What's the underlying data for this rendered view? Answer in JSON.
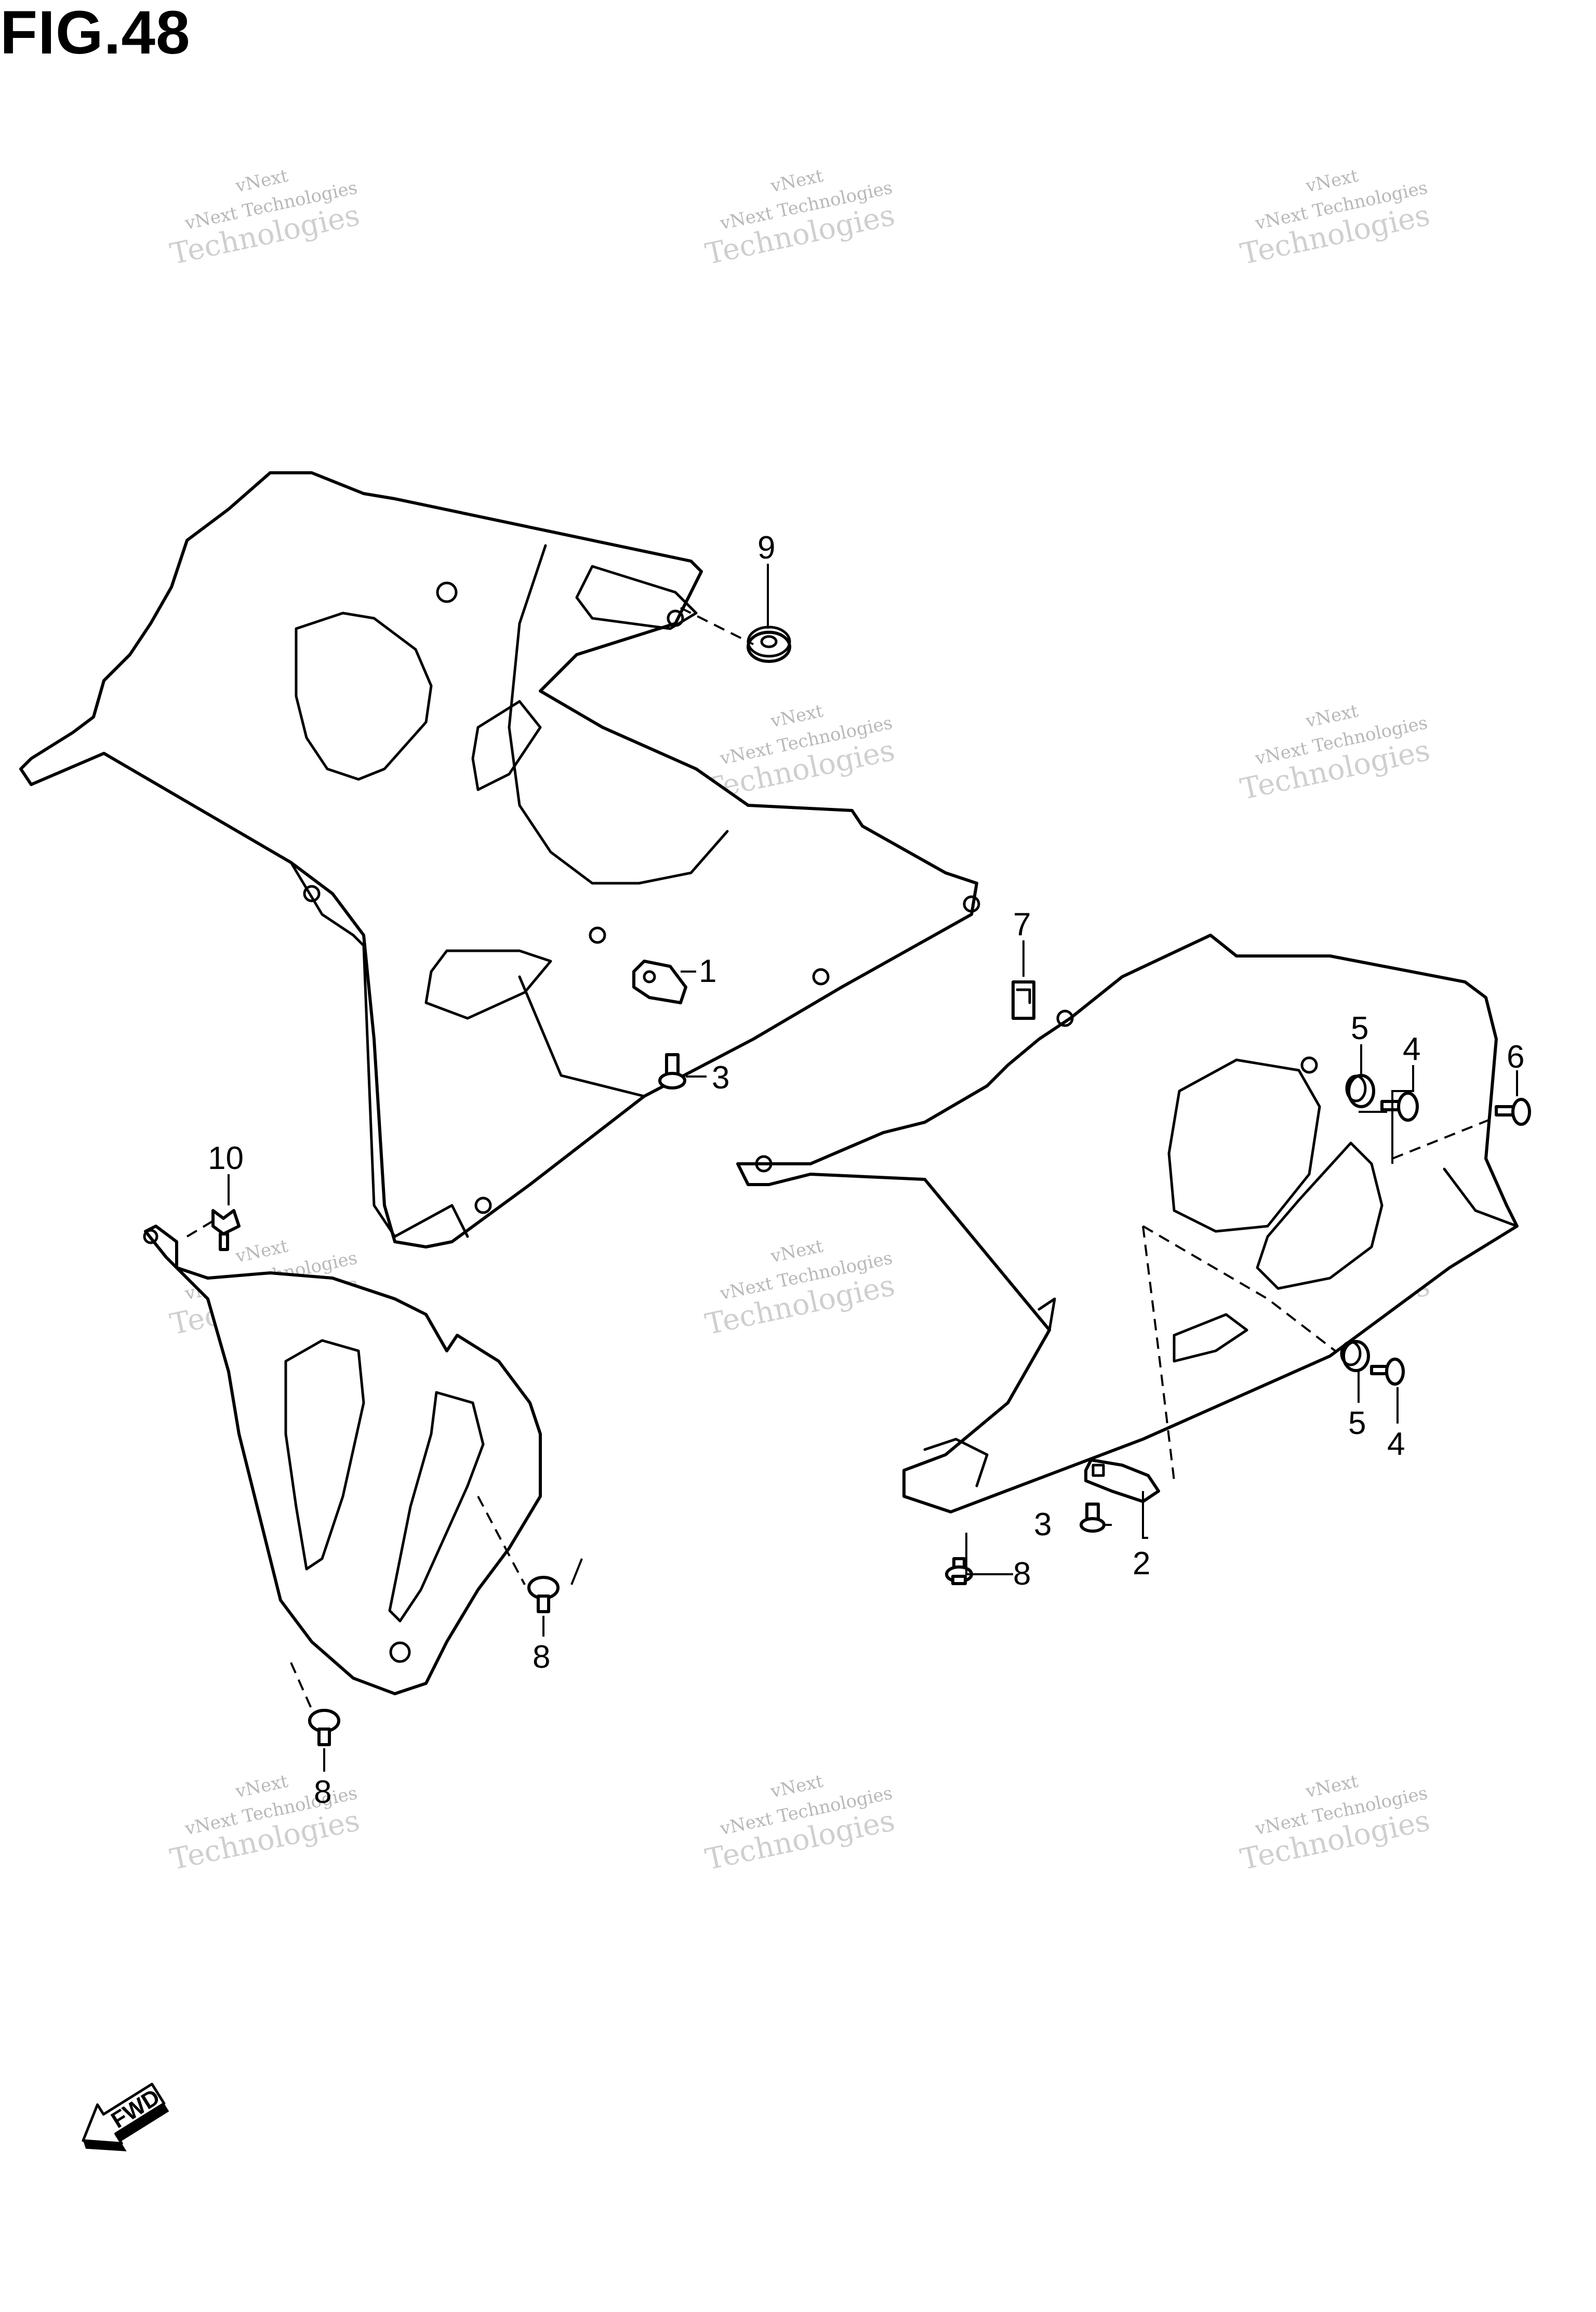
{
  "figure": {
    "title": "FIG.48"
  },
  "watermark": {
    "line1": "vNext Technologies",
    "line2": "Technologies",
    "line3": "vNext"
  },
  "callouts": [
    {
      "id": "c1",
      "label": "1"
    },
    {
      "id": "c2",
      "label": "2"
    },
    {
      "id": "c3a",
      "label": "3"
    },
    {
      "id": "c3b",
      "label": "3"
    },
    {
      "id": "c4a",
      "label": "4"
    },
    {
      "id": "c4b",
      "label": "4"
    },
    {
      "id": "c5a",
      "label": "5"
    },
    {
      "id": "c5b",
      "label": "5"
    },
    {
      "id": "c6",
      "label": "6"
    },
    {
      "id": "c7",
      "label": "7"
    },
    {
      "id": "c8a",
      "label": "8"
    },
    {
      "id": "c8b",
      "label": "8"
    },
    {
      "id": "c8c",
      "label": "8"
    },
    {
      "id": "c9",
      "label": "9"
    },
    {
      "id": "c10",
      "label": "10"
    }
  ],
  "direction_arrow": {
    "label": "FWD"
  }
}
